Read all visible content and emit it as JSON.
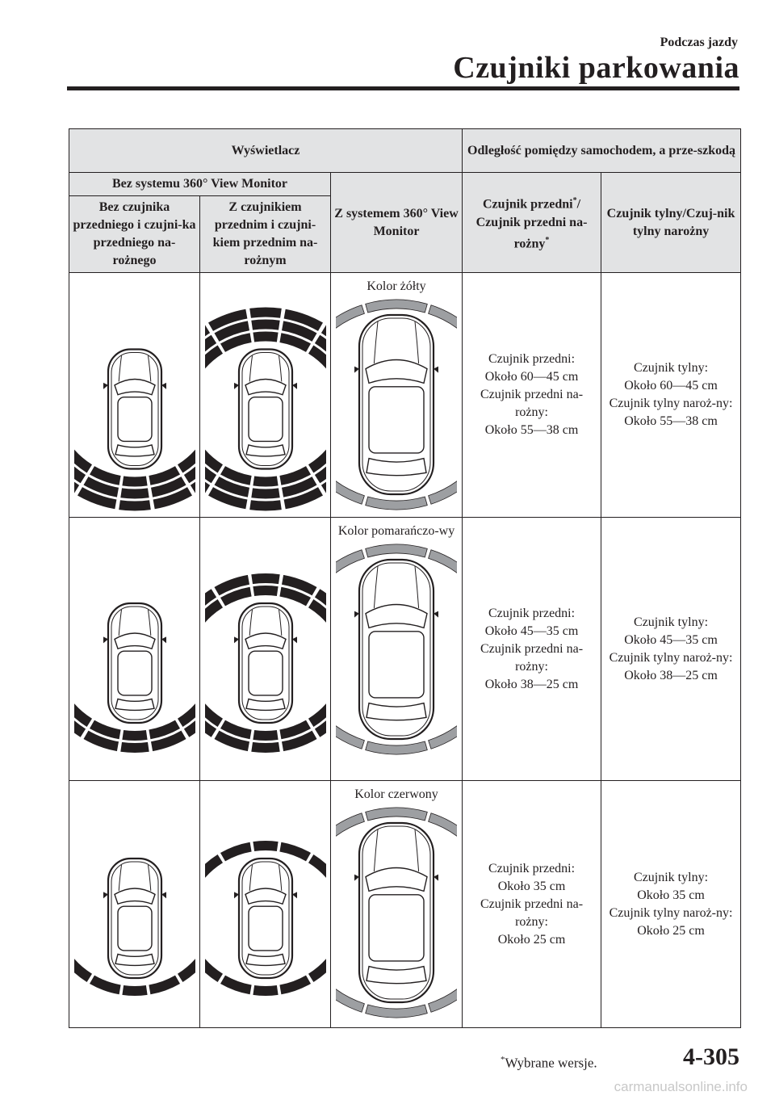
{
  "header": {
    "section": "Podczas jazdy",
    "title": "Czujniki parkowania"
  },
  "table": {
    "col_display": "Wyświetlacz",
    "col_distance": "Odległość pomiędzy samochodem, a prze-szkodą",
    "col_no360": "Bez systemu 360° View Monitor",
    "col_with360": "Z systemem 360° View Monitor",
    "col_front_pre": "Czujnik przedni",
    "col_front_mid": "/ Czujnik przedni na-rożny",
    "col_star": "*",
    "col_rear": "Czujnik tylny/Czuj-nik tylny narożny",
    "col_nofront": "Bez czujnika przedniego i czujni-ka przedniego na-rożnego",
    "col_withfront": "Z czujnikiem przednim i czujni-kiem przednim na-rożnym",
    "rows": [
      {
        "color_label": "Kolor żółty",
        "front_l1": "Czujnik przedni:",
        "front_l2": "Około 60—45 cm",
        "front_l3": "Czujnik przedni na-rożny:",
        "front_l4": "Około 55—38 cm",
        "rear_l1": "Czujnik tylny:",
        "rear_l2": "Około 60—45 cm",
        "rear_l3": "Czujnik tylny naroż-ny:",
        "rear_l4": "Około 55—38 cm",
        "segments": 3
      },
      {
        "color_label": "Kolor pomarańczo-wy",
        "front_l1": "Czujnik przedni:",
        "front_l2": "Około 45—35 cm",
        "front_l3": "Czujnik przedni na-rożny:",
        "front_l4": "Około 38—25 cm",
        "rear_l1": "Czujnik tylny:",
        "rear_l2": "Około 45—35 cm",
        "rear_l3": "Czujnik tylny naroż-ny:",
        "rear_l4": "Około 38—25 cm",
        "segments": 2
      },
      {
        "color_label": "Kolor czerwony",
        "front_l1": "Czujnik przedni:",
        "front_l2": "Około 35 cm",
        "front_l3": "Czujnik przedni na-rożny:",
        "front_l4": "Około 25 cm",
        "rear_l1": "Czujnik tylny:",
        "rear_l2": "Około 35 cm",
        "rear_l3": "Czujnik tylny naroż-ny:",
        "rear_l4": "Około 25 cm",
        "segments": 1
      }
    ]
  },
  "footer": {
    "star": "*",
    "note": "Wybrane wersje.",
    "page": "4-305"
  },
  "watermark": "carmanualsonline.info"
}
